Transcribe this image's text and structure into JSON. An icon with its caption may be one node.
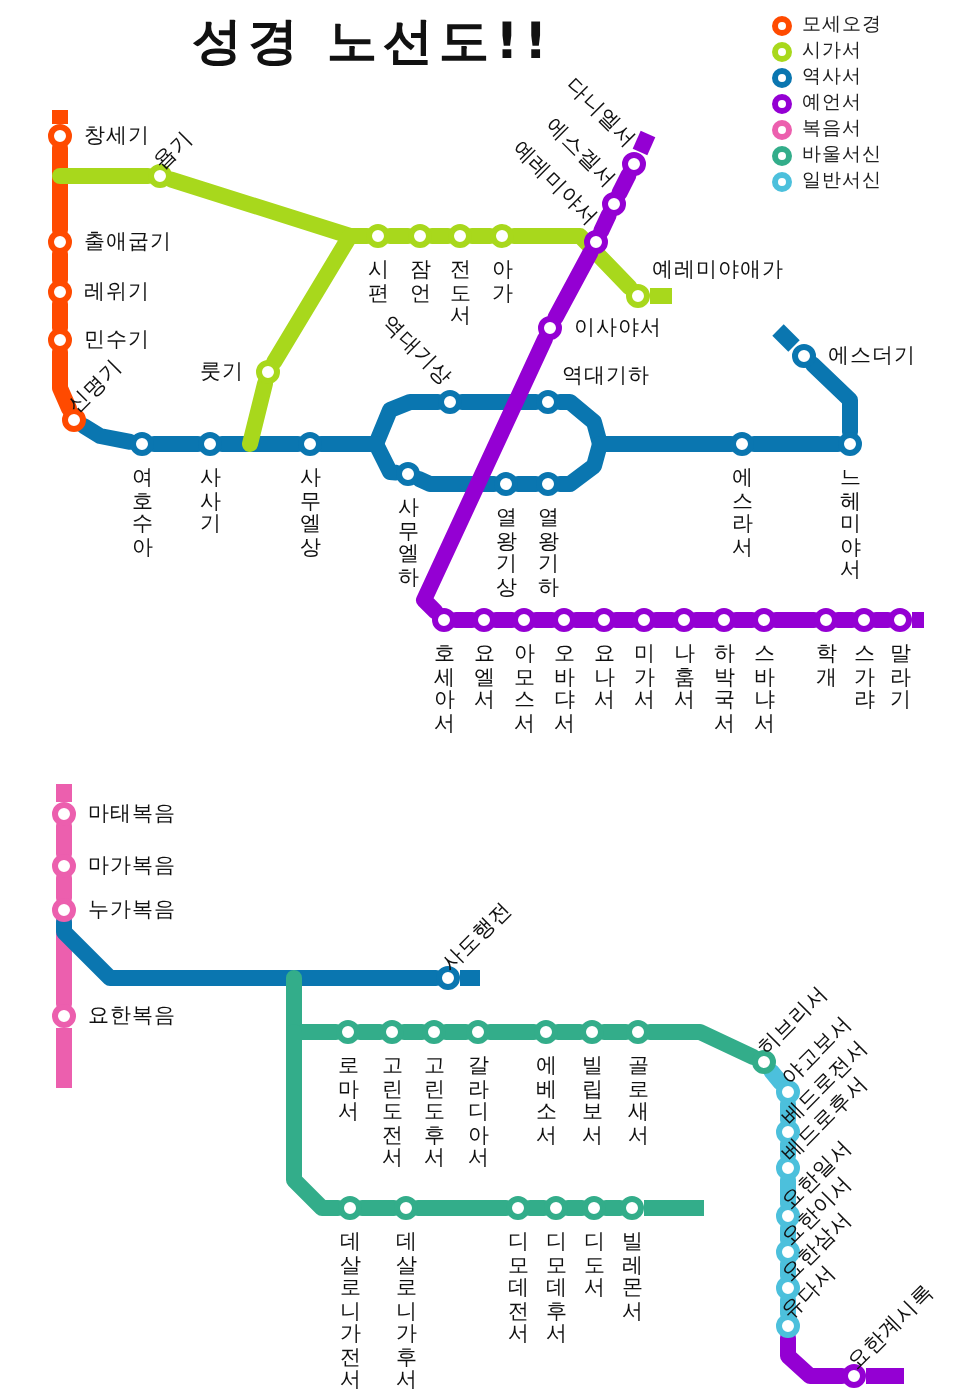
{
  "diagram": {
    "title": "성경 노선도!!",
    "nodes": [
      {
        "text": [
          "창세기"
        ]
      },
      {
        "text": [
          "출애굽기"
        ]
      },
      {
        "text": [
          "레위기"
        ]
      },
      {
        "text": [
          "민수기"
        ]
      },
      {
        "text": [
          "신명기"
        ]
      },
      {
        "text": [
          "욥기"
        ]
      },
      {
        "text": [
          "시편"
        ]
      },
      {
        "text": [
          "잠언"
        ]
      },
      {
        "text": [
          "전도서"
        ]
      },
      {
        "text": [
          "아가"
        ]
      },
      {
        "text": [
          "예레미야애가"
        ]
      },
      {
        "text": [
          "룻기"
        ]
      },
      {
        "text": [
          "여호수아"
        ]
      },
      {
        "text": [
          "사사기"
        ]
      },
      {
        "text": [
          "사무엘상"
        ]
      },
      {
        "text": [
          "역대기상"
        ]
      },
      {
        "text": [
          "역대기하"
        ]
      },
      {
        "text": [
          "사무엘하"
        ]
      },
      {
        "text": [
          "열왕기상"
        ]
      },
      {
        "text": [
          "열왕기하"
        ]
      },
      {
        "text": [
          "에스라서"
        ]
      },
      {
        "text": [
          "느헤미야서"
        ]
      },
      {
        "text": [
          "에스더기"
        ]
      },
      {
        "text": [
          "다니엘서"
        ]
      },
      {
        "text": [
          "에스겔서"
        ]
      },
      {
        "text": [
          "예레미야서"
        ]
      },
      {
        "text": [
          "이사야서"
        ]
      },
      {
        "text": [
          "호세아서"
        ]
      },
      {
        "text": [
          "요엘서"
        ]
      },
      {
        "text": [
          "아모스서"
        ]
      },
      {
        "text": [
          "오바댜서"
        ]
      },
      {
        "text": [
          "요나서"
        ]
      },
      {
        "text": [
          "미가서"
        ]
      },
      {
        "text": [
          "나훔서"
        ]
      },
      {
        "text": [
          "하박국서"
        ]
      },
      {
        "text": [
          "스바냐서"
        ]
      },
      {
        "text": [
          "학개"
        ]
      },
      {
        "text": [
          "스가랴"
        ]
      },
      {
        "text": [
          "말라기"
        ]
      },
      {
        "text": [
          "마태복음"
        ]
      },
      {
        "text": [
          "마가복음"
        ]
      },
      {
        "text": [
          "누가복음"
        ]
      },
      {
        "text": [
          "요한복음"
        ]
      },
      {
        "text": [
          "사도행전"
        ]
      },
      {
        "text": [
          "로마서"
        ]
      },
      {
        "text": [
          "고린도전서"
        ]
      },
      {
        "text": [
          "고린도후서"
        ]
      },
      {
        "text": [
          "갈라디아서"
        ]
      },
      {
        "text": [
          "에베소서"
        ]
      },
      {
        "text": [
          "빌립보서"
        ]
      },
      {
        "text": [
          "골로새서"
        ]
      },
      {
        "text": [
          "히브리서"
        ]
      },
      {
        "text": [
          "데살로니가전서"
        ]
      },
      {
        "text": [
          "데살로니가후서"
        ]
      },
      {
        "text": [
          "디모데전서"
        ]
      },
      {
        "text": [
          "디모데후서"
        ]
      },
      {
        "text": [
          "디도서"
        ]
      },
      {
        "text": [
          "빌레몬서"
        ]
      },
      {
        "text": [
          "야고보서"
        ]
      },
      {
        "text": [
          "베드로전서"
        ]
      },
      {
        "text": [
          "베드로후서"
        ]
      },
      {
        "text": [
          "요한일서"
        ]
      },
      {
        "text": [
          "요한이서"
        ]
      },
      {
        "text": [
          "요한삼서"
        ]
      },
      {
        "text": [
          "유다서"
        ]
      },
      {
        "text": [
          "요한계시록"
        ]
      }
    ],
    "edges": [
      {
        "from": 0,
        "to": 1,
        "arrow": "none",
        "color": "#ff4a00"
      },
      {
        "from": 1,
        "to": 2,
        "arrow": "none",
        "color": "#ff4a00"
      },
      {
        "from": 2,
        "to": 3,
        "arrow": "none",
        "color": "#ff4a00"
      },
      {
        "from": 3,
        "to": 4,
        "arrow": "none",
        "color": "#ff4a00"
      },
      {
        "from": 4,
        "to": 12,
        "arrow": "none",
        "color": "#0a76b0"
      },
      {
        "from": 12,
        "to": 13,
        "arrow": "none",
        "color": "#0a76b0"
      },
      {
        "from": 13,
        "to": 14,
        "arrow": "none",
        "color": "#0a76b0"
      },
      {
        "from": 14,
        "to": 15,
        "arrow": "none",
        "color": "#0a76b0"
      },
      {
        "from": 15,
        "to": 16,
        "arrow": "none",
        "color": "#0a76b0"
      },
      {
        "from": 14,
        "to": 17,
        "arrow": "none",
        "color": "#0a76b0"
      },
      {
        "from": 17,
        "to": 18,
        "arrow": "none",
        "color": "#0a76b0"
      },
      {
        "from": 18,
        "to": 19,
        "arrow": "none",
        "color": "#0a76b0"
      },
      {
        "from": 16,
        "to": 20,
        "arrow": "none",
        "color": "#0a76b0"
      },
      {
        "from": 19,
        "to": 20,
        "arrow": "none",
        "color": "#0a76b0"
      },
      {
        "from": 20,
        "to": 21,
        "arrow": "none",
        "color": "#0a76b0"
      },
      {
        "from": 21,
        "to": 22,
        "arrow": "none",
        "color": "#0a76b0"
      },
      {
        "from": null,
        "to": 5,
        "arrow": "none",
        "color": "#a8d81c"
      },
      {
        "from": 5,
        "to": 6,
        "arrow": "none",
        "color": "#a8d81c"
      },
      {
        "from": 11,
        "to": 6,
        "arrow": "none",
        "color": "#a8d81c"
      },
      {
        "from": 6,
        "to": 7,
        "arrow": "none",
        "color": "#a8d81c"
      },
      {
        "from": 7,
        "to": 8,
        "arrow": "none",
        "color": "#a8d81c"
      },
      {
        "from": 8,
        "to": 9,
        "arrow": "none",
        "color": "#a8d81c"
      },
      {
        "from": 9,
        "to": 10,
        "arrow": "none",
        "color": "#a8d81c"
      },
      {
        "from": 11,
        "to": null,
        "arrow": "none",
        "color": "#a8d81c"
      },
      {
        "from": 23,
        "to": 24,
        "arrow": "none"
      },
      {
        "from": 24,
        "to": 25,
        "arrow": "none"
      },
      {
        "from": 25,
        "to": 26,
        "arrow": "none"
      },
      {
        "from": 26,
        "to": 27,
        "arrow": "none"
      },
      {
        "from": 27,
        "to": 28,
        "arrow": "none"
      },
      {
        "from": 28,
        "to": 29,
        "arrow": "none"
      },
      {
        "from": 29,
        "to": 30,
        "arrow": "none"
      },
      {
        "from": 30,
        "to": 31,
        "arrow": "none"
      },
      {
        "from": 31,
        "to": 32,
        "arrow": "none"
      },
      {
        "from": 32,
        "to": 33,
        "arrow": "none"
      },
      {
        "from": 33,
        "to": 34,
        "arrow": "none"
      },
      {
        "from": 34,
        "to": 35,
        "arrow": "none"
      },
      {
        "from": 35,
        "to": 36,
        "arrow": "none"
      },
      {
        "from": 36,
        "to": 37,
        "arrow": "none"
      },
      {
        "from": 37,
        "to": 38,
        "arrow": "none"
      },
      {
        "from": 39,
        "to": 40,
        "arrow": "none",
        "color": "#ec5fae"
      },
      {
        "from": 40,
        "to": 41,
        "arrow": "none",
        "color": "#ec5fae"
      },
      {
        "from": 41,
        "to": 42,
        "arrow": "none",
        "color": "#ec5fae"
      },
      {
        "from": 41,
        "to": 43,
        "arrow": "none",
        "color": "#0a76b0"
      },
      {
        "from": null,
        "to": 44,
        "arrow": "none",
        "color": "#33ad8a"
      },
      {
        "from": 44,
        "to": 45,
        "arrow": "none",
        "color": "#33ad8a"
      },
      {
        "from": 45,
        "to": 46,
        "arrow": "none",
        "color": "#33ad8a"
      },
      {
        "from": 46,
        "to": 47,
        "arrow": "none",
        "color": "#33ad8a"
      },
      {
        "from": 47,
        "to": 48,
        "arrow": "none",
        "color": "#33ad8a"
      },
      {
        "from": 48,
        "to": 49,
        "arrow": "none",
        "color": "#33ad8a"
      },
      {
        "from": 49,
        "to": 50,
        "arrow": "none",
        "color": "#33ad8a"
      },
      {
        "from": 50,
        "to": 51,
        "arrow": "none",
        "color": "#33ad8a"
      },
      {
        "from": null,
        "to": 52,
        "arrow": "none",
        "color": "#33ad8a"
      },
      {
        "from": 52,
        "to": 53,
        "arrow": "none",
        "color": "#33ad8a"
      },
      {
        "from": 53,
        "to": 54,
        "arrow": "none",
        "color": "#33ad8a"
      },
      {
        "from": 54,
        "to": 55,
        "arrow": "none",
        "color": "#33ad8a"
      },
      {
        "from": 55,
        "to": 56,
        "arrow": "none",
        "color": "#33ad8a"
      },
      {
        "from": 56,
        "to": 57,
        "arrow": "none",
        "color": "#33ad8a"
      },
      {
        "from": 51,
        "to": 58,
        "arrow": "none",
        "color": "#4cc0dc"
      },
      {
        "from": 58,
        "to": 59,
        "arrow": "none",
        "color": "#4cc0dc"
      },
      {
        "from": 59,
        "to": 60,
        "arrow": "none",
        "color": "#4cc0dc"
      },
      {
        "from": 60,
        "to": 61,
        "arrow": "none",
        "color": "#4cc0dc"
      },
      {
        "from": 61,
        "to": 62,
        "arrow": "none",
        "color": "#4cc0dc"
      },
      {
        "from": 62,
        "to": 63,
        "arrow": "none",
        "color": "#4cc0dc"
      },
      {
        "from": 63,
        "to": 64,
        "arrow": "none",
        "color": "#4cc0dc"
      },
      {
        "from": 64,
        "to": 65,
        "arrow": "none"
      }
    ],
    "legend": [
      {
        "text": "모세오경",
        "color": "#ff4a00"
      },
      {
        "text": "시가서",
        "color": "#a8d81c"
      },
      {
        "text": "역사서",
        "color": "#0a76b0"
      },
      {
        "text": "예언서",
        "color": "#9400d3"
      },
      {
        "text": "복음서",
        "color": "#ec5fae"
      },
      {
        "text": "바울서신",
        "color": "#33ad8a"
      },
      {
        "text": "일반서신",
        "color": "#4cc0dc"
      }
    ]
  }
}
